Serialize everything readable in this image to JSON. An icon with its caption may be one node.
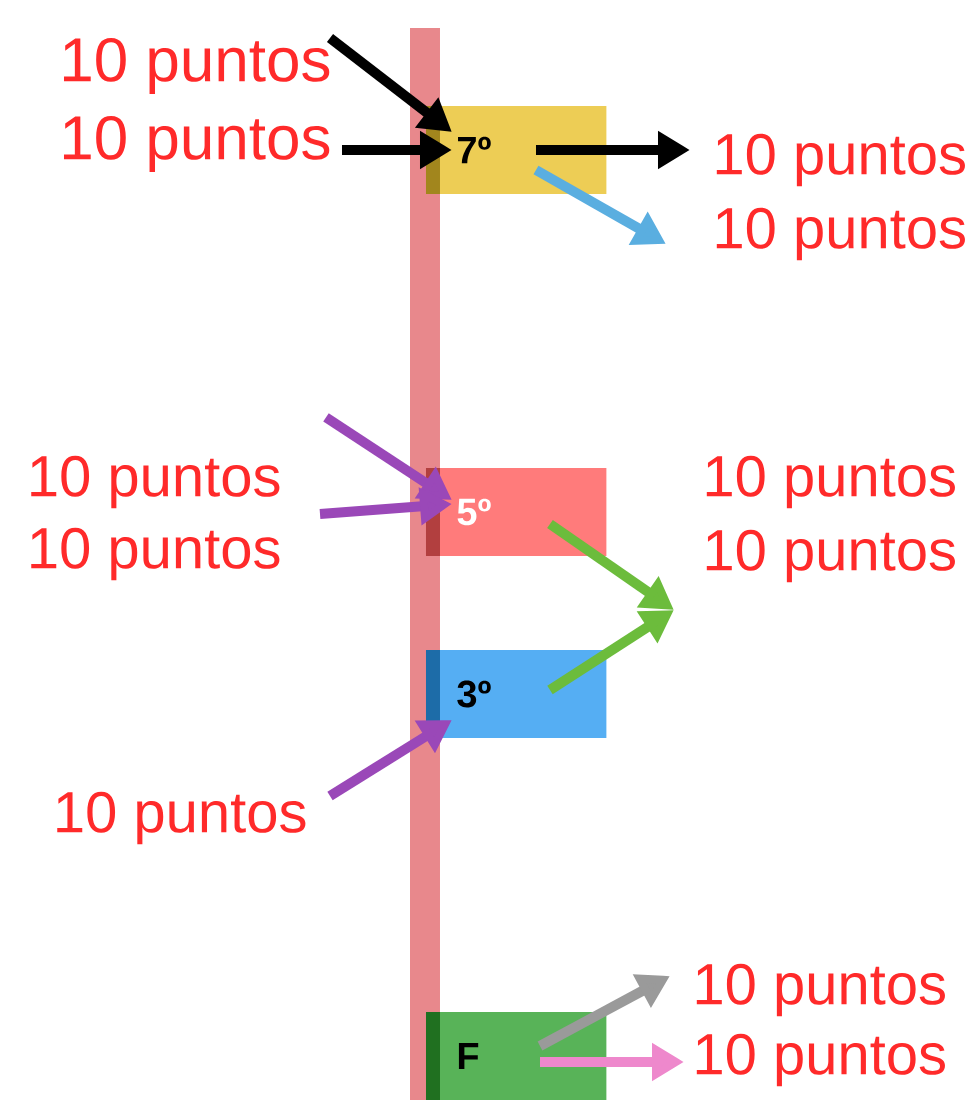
{
  "diagram": {
    "nodes": [
      {
        "text": [
          "10 puntos"
        ]
      },
      {
        "text": [
          "10 puntos"
        ]
      },
      {
        "text": [
          "7º"
        ]
      },
      {
        "text": [
          "10 puntos"
        ]
      },
      {
        "text": [
          "10 puntos"
        ]
      },
      {
        "text": [
          "10 puntos"
        ]
      },
      {
        "text": [
          "5º"
        ]
      },
      {
        "text": [
          "10 puntos"
        ]
      },
      {
        "text": [
          "10 puntos"
        ]
      },
      {
        "text": [
          "10 puntos"
        ]
      },
      {
        "text": [
          "3º"
        ]
      },
      {
        "text": [
          "10 puntos"
        ]
      },
      {
        "text": [
          "10 puntos"
        ]
      },
      {
        "text": [
          "F"
        ]
      },
      {
        "text": [
          "10 puntos"
        ]
      }
    ],
    "edges": [
      {
        "from": 0,
        "to": 2,
        "arrow": "to"
      },
      {
        "from": 1,
        "to": 2,
        "arrow": "to"
      },
      {
        "from": 2,
        "to": 3,
        "arrow": "to"
      },
      {
        "from": 2,
        "to": 4,
        "arrow": "to",
        "color": "#5aaee0"
      },
      {
        "from": 5,
        "to": 6,
        "arrow": "to",
        "color": "#9a48b8"
      },
      {
        "from": 8,
        "to": 6,
        "arrow": "to",
        "color": "#9a48b8"
      },
      {
        "from": 6,
        "to": 9,
        "arrow": "to",
        "color": "#6cbc3c"
      },
      {
        "from": 10,
        "to": 9,
        "arrow": "to",
        "color": "#6cbc3c"
      },
      {
        "from": 11,
        "to": 10,
        "arrow": "to",
        "color": "#9a48b8"
      },
      {
        "from": 13,
        "to": 12,
        "arrow": "to",
        "color": "#9a9a9a"
      },
      {
        "from": 13,
        "to": 14,
        "arrow": "to",
        "color": "#ee88cc"
      }
    ]
  }
}
